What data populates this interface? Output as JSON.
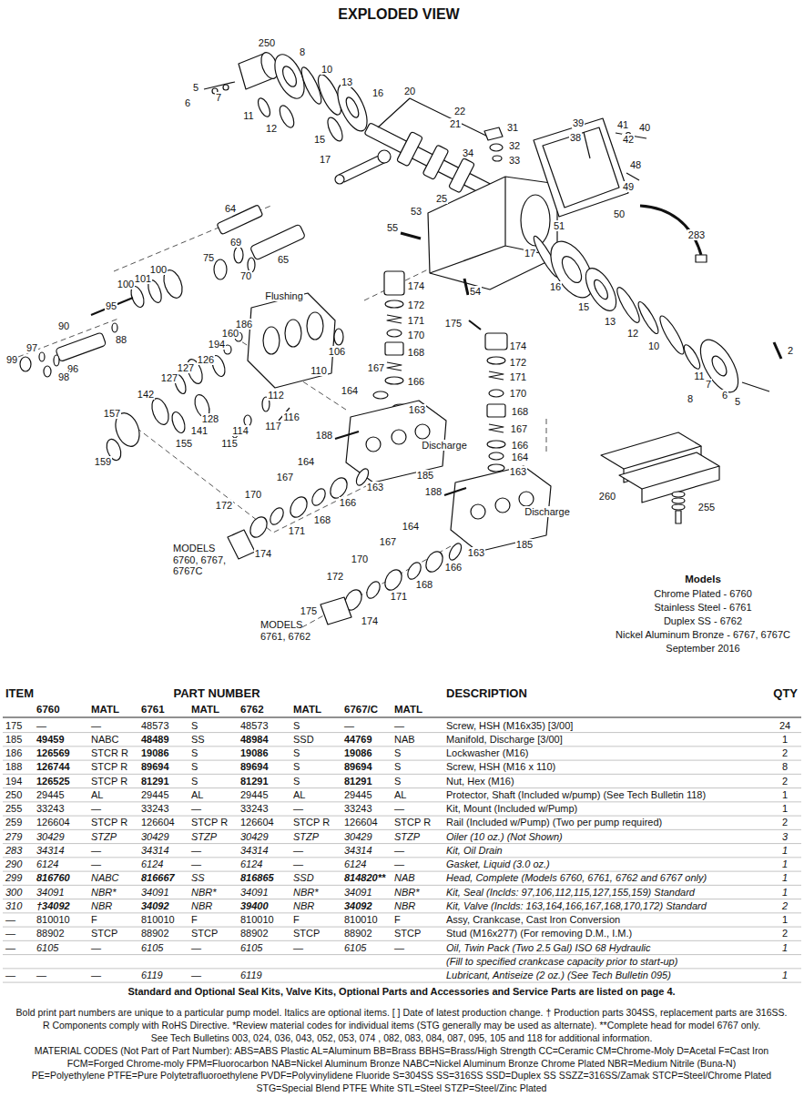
{
  "diagram": {
    "title": "EXPLODED VIEW",
    "labels": [
      "250",
      "8",
      "5",
      "6",
      "7",
      "10",
      "13",
      "11",
      "12",
      "16",
      "20",
      "22",
      "21",
      "15",
      "17",
      "31",
      "32",
      "33",
      "34",
      "39",
      "41",
      "40",
      "38",
      "42",
      "48",
      "49",
      "25",
      "53",
      "50",
      "51",
      "283",
      "64",
      "55",
      "69",
      "17",
      "75",
      "65",
      "100",
      "70",
      "101",
      "100",
      "16",
      "54",
      "174",
      "Flushing",
      "95",
      "172",
      "15",
      "171",
      "13",
      "175",
      "186",
      "90",
      "160",
      "12",
      "170",
      "88",
      "194",
      "174",
      "10",
      "97",
      "2",
      "106",
      "168",
      "126",
      "99",
      "172",
      "167",
      "127",
      "96",
      "110",
      "11",
      "98",
      "127",
      "171",
      "166",
      "7",
      "164",
      "170",
      "142",
      "112",
      "6",
      "8",
      "5",
      "163",
      "168",
      "157",
      "116",
      "128",
      "117",
      "167",
      "114",
      "141",
      "188",
      "155",
      "115",
      "Discharge",
      "166",
      "164",
      "164",
      "159",
      "163",
      "185",
      "167",
      "163",
      "188",
      "170",
      "260",
      "166",
      "172",
      "255",
      "Discharge",
      "168",
      "164",
      "171",
      "167",
      "185",
      "MODELS 6760, 6767, 6767C",
      "163",
      "174",
      "170",
      "166",
      "172",
      "168",
      "171",
      "175",
      "174",
      "MODELS 6761, 6762",
      "Models",
      "Chrome Plated - 6760",
      "Stainless Steel - 6761",
      "Duplex SS - 6762",
      "Nickel Aluminum Bronze - 6767, 6767C",
      "September 2016",
      "ITEM",
      "PART NUMBER",
      "DESCRIPTION",
      "QTY",
      "6760",
      "MATL",
      "6761",
      "MATL",
      "6762",
      "MATL",
      "6767/C",
      "MATL",
      "175",
      "—",
      "—",
      "48573",
      "S",
      "48573",
      "S",
      "—",
      "—",
      "Screw, HSH (M16x35) [3/00]",
      "24",
      "185",
      "49459",
      "NABC",
      "48489",
      "SS",
      "48984",
      "SSD",
      "44769",
      "NAB",
      "Manifold, Discharge [3/00]",
      "1",
      "186",
      "126569",
      "STCR R",
      "19086",
      "S",
      "19086",
      "S",
      "19086",
      "S",
      "Lockwasher (M16)",
      "2",
      "188",
      "126744",
      "STCP R",
      "89694",
      "S",
      "89694",
      "S",
      "89694",
      "S",
      "Screw, HSH (M16 x 110)",
      "8",
      "194",
      "126525",
      "STCP R",
      "81291",
      "S",
      "81291",
      "S",
      "81291",
      "S",
      "Nut, Hex (M16)",
      "2",
      "250",
      "29445",
      "AL",
      "29445",
      "AL",
      "29445",
      "AL",
      "29445",
      "AL",
      "Protector, Shaft (Included w/pump) (See Tech Bulletin 118)",
      "1",
      "255",
      "33243",
      "—",
      "33243",
      "—",
      "33243",
      "—",
      "33243",
      "—",
      "Kit, Mount (Included w/Pump)",
      "1",
      "259",
      "126604",
      "STCP R",
      "126604",
      "STCP R",
      "126604",
      "STCP R",
      "126604",
      "STCP R",
      "Rail (Included w/Pump) (Two per pump required)",
      "2",
      "279",
      "30429",
      "STZP",
      "30429",
      "STZP",
      "30429",
      "STZP",
      "30429",
      "STZP",
      "Oiler (10 oz.) (Not Shown)",
      "3",
      "283",
      "34314",
      "—",
      "34314",
      "—",
      "34314",
      "—",
      "34314",
      "—",
      "Kit, Oil Drain",
      "1",
      "290",
      "6124",
      "—",
      "6124",
      "—",
      "6124",
      "—",
      "6124",
      "—",
      "Gasket, Liquid (3.0 oz.)",
      "1",
      "299",
      "816760",
      "NABC",
      "816667",
      "SS",
      "816865",
      "SSD",
      "814820**",
      "NAB",
      "Head, Complete (Models 6760, 6761, 6762 and 6767 only)",
      "1",
      "300",
      "34091",
      "NBR*",
      "34091",
      "NBR*",
      "34091",
      "NBR*",
      "34091",
      "NBR*",
      "Kit, Seal (Inclds: 97,106,112,115,127,155,159) Standard",
      "1",
      "310",
      "†34092",
      "NBR",
      "34092",
      "NBR",
      "39400",
      "NBR",
      "34092",
      "NBR",
      "Kit, Valve (Inclds: 163,164,166,167,168,170,172) Standard",
      "2",
      "—",
      "810010",
      "F",
      "810010",
      "F",
      "810010",
      "F",
      "810010",
      "F",
      "Assy, Crankcase, Cast Iron Conversion",
      "1",
      "—",
      "88902",
      "STCP",
      "88902",
      "STCP",
      "88902",
      "STCP",
      "88902",
      "STCP",
      "Stud (M16x277) (For removing D.M., I.M.)",
      "2",
      "—",
      "6105",
      "—",
      "6105",
      "—",
      "6105",
      "—",
      "6105",
      "—",
      "Oil, Twin Pack (Two 2.5 Gal) ISO 68 Hydraulic",
      "1",
      "(Fill to specified crankcase capacity prior to start-up)",
      "—",
      "—",
      "—",
      "6119",
      "—",
      "6119",
      "Lubricant, Antiseize (2 oz.) (See Tech Bulletin 095)",
      "1",
      "Standard and Optional Seal Kits, Valve Kits, Optional Parts and Accessories and Service Parts are listed on page 4.",
      "Bold print part numbers are unique to a particular pump model. Italics are optional items. [ ] Date of latest production change. † Production parts 304SS, replacement parts are 316SS.",
      "R Components comply with RoHS Directive. *Review material codes for individual items (STG generally may be used as alternate). **Complete head for model 6767 only.",
      "See Tech Bulletins 003, 024, 036, 043, 052, 053, 074 , 082, 083, 084, 087, 095, 105 and 118 for additional information.",
      "MATERIAL CODES (Not Part of Part Number): ABS=ABS Plastic AL=Aluminum BB=Brass BBHS=Brass/High Strength CC=Ceramic CM=Chrome-Moly D=Acetal F=Cast Iron",
      "FCM=Forged Chrome-moly FPM=Fluorocarbon NAB=Nickel Aluminum Bronze NABC=Nickel Aluminum Bronze Chrome Plated NBR=Medium Nitrile (Buna-N)",
      "PE=Polyethylene PTFE=Pure Polytetrafluoroethylene PVDF=Polyvinylidene Fluoride S=304SS SS=316SS SSD=Duplex SS SSZZ=316SS/Zamak STCP=Steel/Chrome Plated",
      "STG=Special Blend PTFE White STL=Steel STZP=Steel/Zinc Plated"
    ]
  }
}
